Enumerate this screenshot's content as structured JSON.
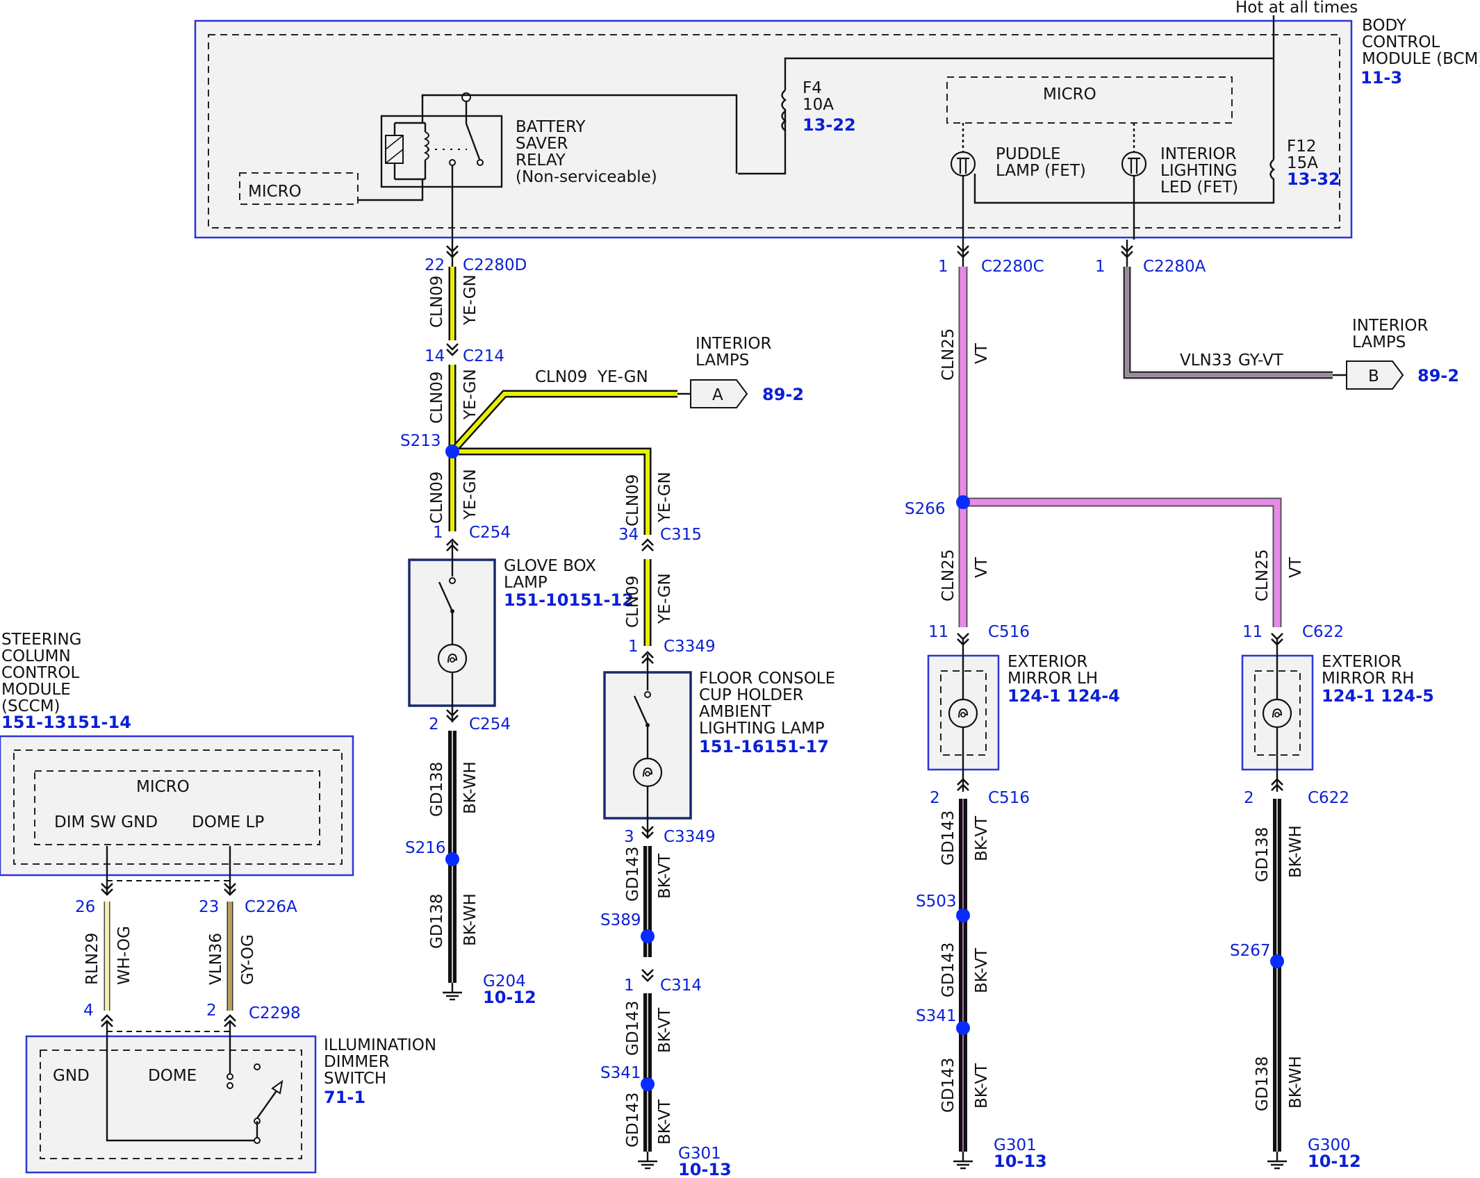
{
  "colors": {
    "ye_gn": "#e8f000",
    "vt": "#e88ae8",
    "gy_vt": "#8a8a8a",
    "bk": "#111111",
    "wh_og": "#f6f0b0",
    "gy_og": "#b8a060",
    "splice": "#0a2bff",
    "ref": "#0a1fd6"
  },
  "labels": {
    "hot": "Hot at all times",
    "bcm_name": [
      "BODY",
      "CONTROL",
      "MODULE (BCM)"
    ],
    "bcm_ref": "11-3",
    "relay": [
      "BATTERY",
      "SAVER",
      "RELAY",
      "(Non-serviceable)"
    ],
    "micro": "MICRO",
    "f4": [
      "F4",
      "10A"
    ],
    "f4_ref": "13-22",
    "f12": [
      "F12",
      "15A"
    ],
    "f12_ref": "13-32",
    "puddle": [
      "PUDDLE",
      "LAMP (FET)"
    ],
    "ilight": [
      "INTERIOR",
      "LIGHTING",
      "LED (FET)"
    ],
    "int_lamps": [
      "INTERIOR",
      "LAMPS"
    ],
    "ref_a": "89-2",
    "ref_b": "89-2",
    "conn_a": "A",
    "conn_b": "B",
    "glove": [
      "GLOVE BOX",
      "LAMP"
    ],
    "glove_ref": "151-10151-12",
    "floor": [
      "FLOOR CONSOLE",
      "CUP HOLDER",
      "AMBIENT",
      "LIGHTING LAMP"
    ],
    "floor_ref": "151-16151-17",
    "mirror_lh": [
      "EXTERIOR",
      "MIRROR LH"
    ],
    "mirror_lh_ref": "124-1 124-4",
    "mirror_rh": [
      "EXTERIOR",
      "MIRROR RH"
    ],
    "mirror_rh_ref": "124-1 124-5",
    "sccm": [
      "STEERING",
      "COLUMN",
      "CONTROL",
      "MODULE",
      "(SCCM)"
    ],
    "sccm_ref": "151-13151-14",
    "dim_sw_gnd": "DIM SW GND",
    "dome_lp": "DOME LP",
    "dimmer": [
      "ILLUMINATION",
      "DIMMER",
      "SWITCH"
    ],
    "dimmer_ref": "71-1",
    "gnd": "GND",
    "dome": "DOME",
    "g204": "G204",
    "g204_ref": "10-12",
    "g301a": "G301",
    "g301a_ref": "10-13",
    "g301b": "G301",
    "g301b_ref": "10-13",
    "g300": "G300",
    "g300_ref": "10-12"
  },
  "connectors": {
    "c2280d": {
      "pin": "22",
      "name": "C2280D"
    },
    "c214": {
      "pin": "14",
      "name": "C214"
    },
    "c254a": {
      "pin": "1",
      "name": "C254"
    },
    "c254b": {
      "pin": "2",
      "name": "C254"
    },
    "c315": {
      "pin": "34",
      "name": "C315"
    },
    "c3349a": {
      "pin": "1",
      "name": "C3349"
    },
    "c3349b": {
      "pin": "3",
      "name": "C3349"
    },
    "c314": {
      "pin": "1",
      "name": "C314"
    },
    "c2280c": {
      "pin": "1",
      "name": "C2280C"
    },
    "c2280a": {
      "pin": "1",
      "name": "C2280A"
    },
    "c516a": {
      "pin": "11",
      "name": "C516"
    },
    "c516b": {
      "pin": "2",
      "name": "C516"
    },
    "c622a": {
      "pin": "11",
      "name": "C622"
    },
    "c622b": {
      "pin": "2",
      "name": "C622"
    },
    "c226a_26": {
      "pin": "26",
      "name": ""
    },
    "c226a_23": {
      "pin": "23",
      "name": "C226A"
    },
    "c2298_4": {
      "pin": "4",
      "name": ""
    },
    "c2298_2": {
      "pin": "2",
      "name": "C2298"
    }
  },
  "splices": {
    "s213": "S213",
    "s216": "S216",
    "s389": "S389",
    "s341a": "S341",
    "s266": "S266",
    "s503": "S503",
    "s341b": "S341",
    "s267": "S267"
  },
  "wires": {
    "cln09": "CLN09",
    "ye_gn": "YE-GN",
    "cln25": "CLN25",
    "vt": "VT",
    "vln33": "VLN33",
    "gy_vt": "GY-VT",
    "gd138": "GD138",
    "bk_wh": "BK-WH",
    "gd143": "GD143",
    "bk_vt": "BK-VT",
    "rln29": "RLN29",
    "wh_og": "WH-OG",
    "vln36": "VLN36",
    "gy_og": "GY-OG"
  }
}
